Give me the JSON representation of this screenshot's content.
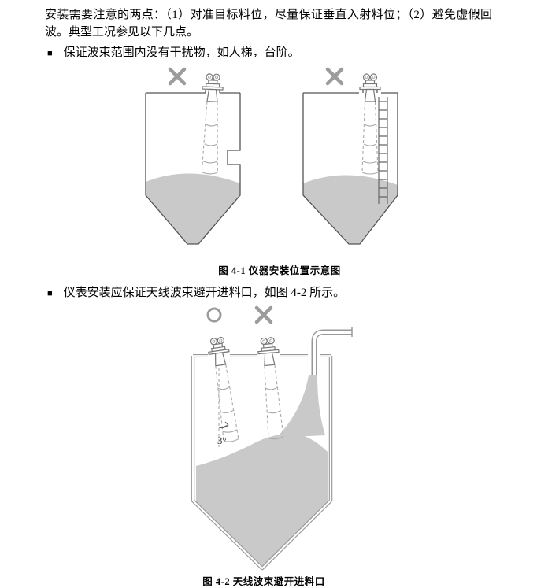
{
  "document": {
    "intro": "安装需要注意的两点：（1）对准目标料位，尽量保证垂直入射料位；（2）避免虚假回波。典型工况参见以下几点。",
    "bullet1": {
      "marker": "■",
      "text": "保证波束范围内没有干扰物，如人梯，台阶。"
    },
    "bullet2": {
      "marker": "■",
      "text": "仪表安装应保证天线波束避开进料口，如图 4-2 所示。"
    },
    "figure1": {
      "caption": "图 4-1 仪器安装位置示意图",
      "left_tank_mark": "✕",
      "right_tank_mark": "✕"
    },
    "figure2": {
      "caption": "图 4-2 天线波束避开进料口",
      "correct_mark": "○",
      "wrong_mark": "✕",
      "angle_label": "3°"
    },
    "colors": {
      "material_fill": "#c9c9c9",
      "tank_line": "#555555",
      "mark_gray": "#9c9c9c"
    }
  }
}
